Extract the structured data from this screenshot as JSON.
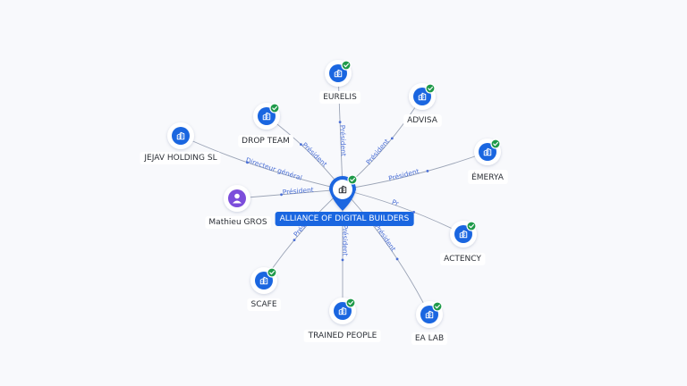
{
  "graph": {
    "center": {
      "label": "ALLIANCE OF DIGITAL BUILDERS",
      "icon": "building-icon",
      "verified_icon": "check-badge-icon"
    },
    "nodes": [
      {
        "id": "eurelis",
        "label": "EURELIS",
        "type": "company",
        "verified": true,
        "relation": "Président"
      },
      {
        "id": "advisa",
        "label": "ADVISA",
        "type": "company",
        "verified": true,
        "relation": "Président"
      },
      {
        "id": "emerya",
        "label": "ÉMERYA",
        "type": "company",
        "verified": true,
        "relation": "Président"
      },
      {
        "id": "actency",
        "label": "ACTENCY",
        "type": "company",
        "verified": true,
        "relation": "Pr"
      },
      {
        "id": "ealab",
        "label": "EA LAB",
        "type": "company",
        "verified": true,
        "relation": "Président"
      },
      {
        "id": "trained",
        "label": "TRAINED PEOPLE",
        "type": "company",
        "verified": true,
        "relation": "Président"
      },
      {
        "id": "scafe",
        "label": "SCAFE",
        "type": "company",
        "verified": true,
        "relation": "Président"
      },
      {
        "id": "mathieu",
        "label": "Mathieu GROS",
        "type": "person",
        "verified": false,
        "relation": "Président"
      },
      {
        "id": "jejav",
        "label": "JEJAV HOLDING SL",
        "type": "company",
        "verified": false,
        "relation": "Directeur général"
      },
      {
        "id": "dropteam",
        "label": "DROP TEAM",
        "type": "company",
        "verified": true,
        "relation": "Président"
      }
    ],
    "colors": {
      "accent": "#1a66e0",
      "verified": "#1f9a4a",
      "person": "#7c4ddb",
      "edge": "#9aa3b5",
      "edge_label": "#4a6fd6"
    }
  }
}
